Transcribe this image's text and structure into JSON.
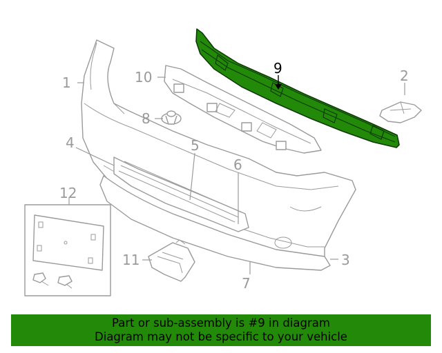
{
  "callouts": {
    "c1": "1",
    "c2": "2",
    "c3": "3",
    "c4": "4",
    "c5": "5",
    "c6": "6",
    "c7": "7",
    "c8": "8",
    "c9": "9",
    "c10": "10",
    "c11": "11",
    "c12": "12"
  },
  "highlighted_part": "9",
  "colors": {
    "highlight": "#238a09",
    "line_art": "#9a9a9a",
    "banner_bg": "#238a09",
    "banner_text": "#000000"
  },
  "banner": {
    "line1": "Part or sub-assembly is #9 in diagram",
    "line2": "Diagram may not be specific to your vehicle"
  }
}
